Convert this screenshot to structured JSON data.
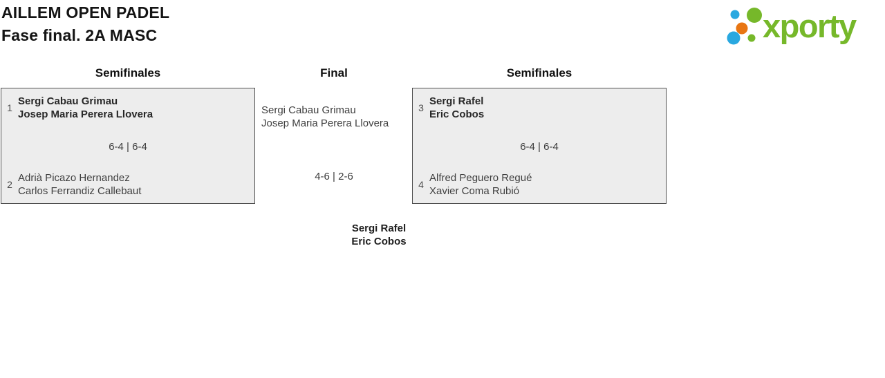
{
  "header": {
    "title": "AILLEM OPEN PADEL",
    "subtitle": "Fase final. 2A MASC"
  },
  "logo": {
    "brand": "xporty",
    "brand_color": "#76b82a",
    "dot_colors": {
      "blue": "#29a8e0",
      "orange": "#e87613",
      "green": "#76b82a"
    }
  },
  "rounds": {
    "left": "Semifinales",
    "center": "Final",
    "right": "Semifinales"
  },
  "matches": {
    "sf1": {
      "score": "6-4 | 6-4",
      "team1": {
        "seed": "1",
        "player1": "Sergi Cabau Grimau",
        "player2": "Josep Maria Perera Llovera"
      },
      "team2": {
        "seed": "2",
        "player1": "Adrià Picazo Hernandez",
        "player2": "Carlos Ferrandiz Callebaut"
      }
    },
    "sf2": {
      "score": "6-4 | 6-4",
      "team1": {
        "seed": "3",
        "player1": "Sergi Rafel",
        "player2": "Eric Cobos"
      },
      "team2": {
        "seed": "4",
        "player1": "Alfred Peguero Regué",
        "player2": "Xavier Coma Rubió"
      }
    },
    "final": {
      "score": "4-6 | 2-6",
      "team1": {
        "player1": "Sergi Cabau Grimau",
        "player2": "Josep Maria Perera Llovera"
      },
      "winner": {
        "player1": "Sergi Rafel",
        "player2": "Eric Cobos"
      }
    }
  }
}
